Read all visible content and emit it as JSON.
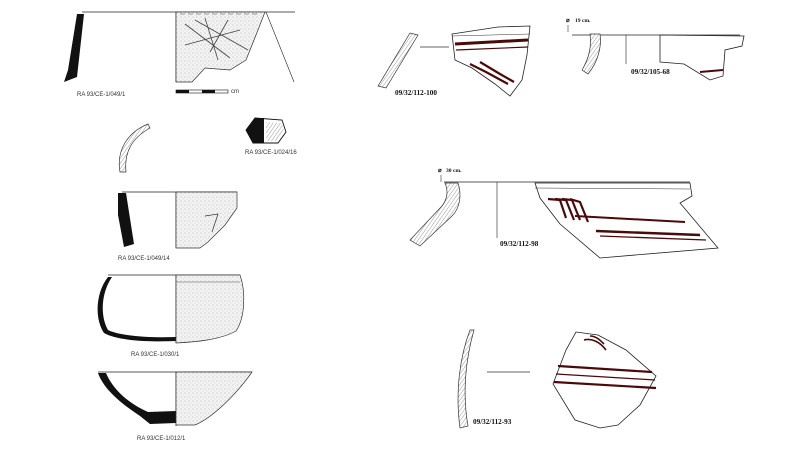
{
  "colors": {
    "ink": "#111111",
    "slip": "#4a0a0a",
    "stipple": "#e6e6e6",
    "line": "#333333"
  },
  "left_column": {
    "labels": [
      "RA 93/CE-1/049/1",
      "RA 93/CE-1/024/16",
      "RA 93/CE-1/049/14",
      "RA 93/CE-1/030/1",
      "RA 93/CE-1/012/1"
    ]
  },
  "right_column": {
    "labels": [
      "09/32/112-100",
      "09/32/105-68",
      "09/32/112-98",
      "09/32/112-93"
    ],
    "diameters": [
      "19 cm.",
      "30 cm."
    ]
  }
}
